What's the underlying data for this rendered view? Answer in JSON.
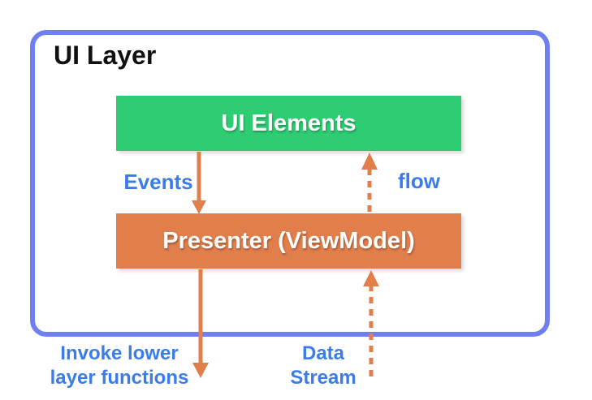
{
  "diagram": {
    "title": "UI Layer",
    "ui_elements_box": {
      "label": "UI Elements"
    },
    "presenter_box": {
      "label": "Presenter (ViewModel)"
    },
    "labels": {
      "events": "Events",
      "flow": "flow",
      "invoke": "Invoke lower layer functions",
      "data_stream": "Data Stream"
    },
    "arrows": [
      {
        "name": "events-arrow",
        "style": "solid",
        "direction": "down",
        "from": "UI Elements",
        "to": "Presenter (ViewModel)"
      },
      {
        "name": "flow-arrow",
        "style": "dashed",
        "direction": "up",
        "from": "Presenter (ViewModel)",
        "to": "UI Elements"
      },
      {
        "name": "invoke-arrow",
        "style": "solid",
        "direction": "down",
        "from": "Presenter (ViewModel)",
        "to": "below UI Layer"
      },
      {
        "name": "data-stream-arrow",
        "style": "dashed",
        "direction": "up",
        "from": "below UI Layer",
        "to": "Presenter (ViewModel)"
      }
    ],
    "colors": {
      "container_border": "#6F7FF2",
      "box_green": "#2FCD73",
      "box_orange": "#E07E4C",
      "arrow_orange": "#E07E4C",
      "label_blue": "#3B7CEA",
      "title_black": "#111111",
      "box_text_white": "#FFFFFF"
    }
  }
}
